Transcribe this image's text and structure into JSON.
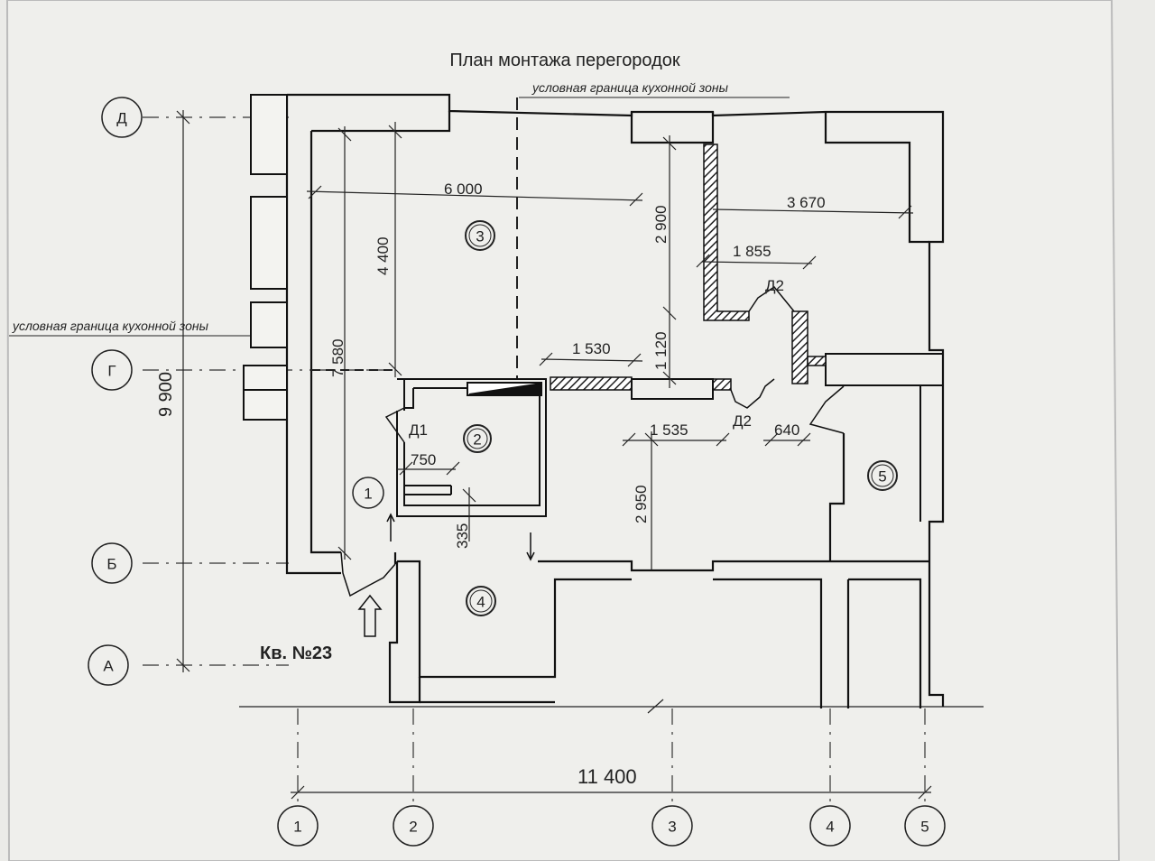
{
  "title": "План монтажа перегородок",
  "kitchen_boundary_label_top": "условная граница кухонной зоны",
  "kitchen_boundary_label_left": "условная граница кухонной зоны",
  "apartment_label": "Кв. №23",
  "axes": {
    "rows": [
      "Д",
      "Г",
      "Б",
      "А"
    ],
    "cols": [
      "1",
      "2",
      "3",
      "4",
      "5"
    ]
  },
  "rooms": [
    "1",
    "2",
    "3",
    "4",
    "5"
  ],
  "doors": {
    "d1": "Д1",
    "d2_top": "Д2",
    "d2_bottom": "Д2"
  },
  "dimensions": {
    "total_width": "11 400",
    "total_height": "9 900",
    "h_7580": "7 580",
    "w_6000": "6 000",
    "h_4400": "4 400",
    "h_2900": "2 900",
    "w_3670": "3 670",
    "w_1855": "1 855",
    "w_1530": "1 530",
    "h_1120": "1 120",
    "w_1535": "1 535",
    "w_640": "640",
    "h_2950": "2 950",
    "w_750": "750",
    "h_335": "335"
  }
}
